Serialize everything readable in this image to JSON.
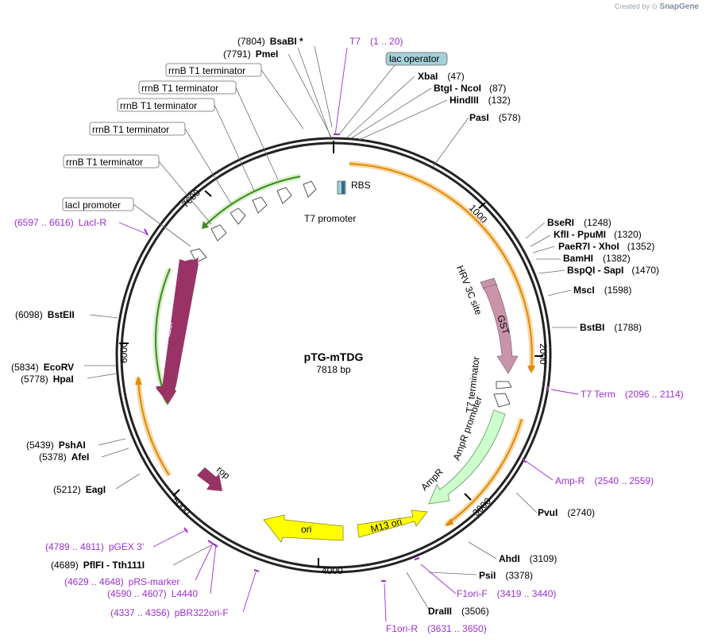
{
  "credit": {
    "prefix": "Created by",
    "brand": "SnapGene"
  },
  "plasmid": {
    "name": "pTG-mTDG",
    "length": "7818 bp"
  },
  "ticks": [
    "1000",
    "2000",
    "3000",
    "4000",
    "5000",
    "6000",
    "7000"
  ],
  "features": {
    "rbs": "RBS",
    "t7_promoter": "T7 promoter",
    "hrv": "HRV 3C site",
    "gst": "GST",
    "t7_term": "T7 terminator",
    "ampr_promoter": "AmpR promoter",
    "ampr": "AmpR",
    "m13": "M13 ori",
    "ori": "ori",
    "rop": "rop",
    "laci": "lacI"
  },
  "boxed": {
    "lac_operator": "lac operator",
    "rrnb1": "rrnB T1 terminator",
    "rrnb2": "rrnB T1 terminator",
    "rrnb3": "rrnB T1 terminator",
    "rrnb4": "rrnB T1 terminator",
    "rrnb5": "rrnB T1 terminator",
    "laci_promoter": "lacI promoter"
  },
  "enzymes_left": [
    {
      "pos": "(7804)",
      "name": "BsaBI *"
    },
    {
      "pos": "(7791)",
      "name": "PmeI"
    },
    {
      "pos": "(6098)",
      "name": "BstEII"
    },
    {
      "pos": "(5834)",
      "name": "EcoRV"
    },
    {
      "pos": "(5778)",
      "name": "HpaI"
    },
    {
      "pos": "(5439)",
      "name": "PshAI"
    },
    {
      "pos": "(5378)",
      "name": "AfeI"
    },
    {
      "pos": "(5212)",
      "name": "EagI"
    },
    {
      "pos": "(4689)",
      "name": "PflFI - Tth111I"
    }
  ],
  "enzymes_right": [
    {
      "name": "XbaI",
      "pos": "(47)"
    },
    {
      "name": "BtgI - NcoI",
      "pos": "(87)"
    },
    {
      "name": "HindIII",
      "pos": "(132)"
    },
    {
      "name": "PasI",
      "pos": "(578)"
    },
    {
      "name": "BseRI",
      "pos": "(1248)"
    },
    {
      "name": "KflI - PpuMI",
      "pos": "(1320)"
    },
    {
      "name": "PaeR7I - XhoI",
      "pos": "(1352)"
    },
    {
      "name": "BamHI",
      "pos": "(1382)"
    },
    {
      "name": "BspQI - SapI",
      "pos": "(1470)"
    },
    {
      "name": "MscI",
      "pos": "(1598)"
    },
    {
      "name": "BstBI",
      "pos": "(1788)"
    },
    {
      "name": "PvuI",
      "pos": "(2740)"
    },
    {
      "name": "AhdI",
      "pos": "(3109)"
    },
    {
      "name": "PsiI",
      "pos": "(3378)"
    },
    {
      "name": "DraIII",
      "pos": "(3506)"
    }
  ],
  "primers": {
    "t7": {
      "name": "T7",
      "range": "(1 .. 20)"
    },
    "laci_r": {
      "range": "(6597 .. 6616)",
      "name": "LacI-R"
    },
    "t7_term": {
      "name": "T7 Term",
      "range": "(2096 .. 2114)"
    },
    "amp_r": {
      "name": "Amp-R",
      "range": "(2540 .. 2559)"
    },
    "f1ori_f": {
      "name": "F1ori-F",
      "range": "(3419 .. 3440)"
    },
    "f1ori_r": {
      "name": "F1ori-R",
      "range": "(3631 .. 3650)"
    },
    "pgex3": {
      "range": "(4789 .. 4811)",
      "name": "pGEX 3'"
    },
    "prs": {
      "range": "(4629 .. 4648)",
      "name": "pRS-marker"
    },
    "l4440": {
      "range": "(4590 .. 4607)",
      "name": "L4440"
    },
    "pbr322": {
      "range": "(4337 .. 4356)",
      "name": "pBR322ori-F"
    }
  },
  "colors": {
    "orf_orange": "#f5a623",
    "green_orf": "#7ab648",
    "lacI": "#993366",
    "gst": "#c994a9",
    "ampr": "#ccffcc",
    "ori": "#ffff00",
    "primer": "#9b2fd0",
    "lac_operator": "#a4d0da"
  }
}
